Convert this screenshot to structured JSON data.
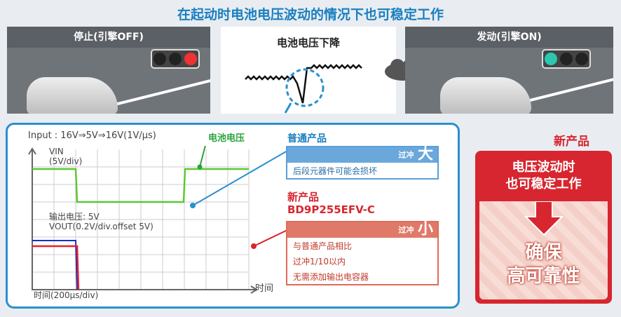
{
  "title": "在起动时电池电压波动的情况下也可稳定工作",
  "left_panel": {
    "label": "停止(引擎OFF)",
    "light": "red"
  },
  "center_panel": {
    "label": "电池电压下降"
  },
  "right_panel": {
    "label": "发动(引擎ON)",
    "light": "green"
  },
  "chart": {
    "input_label": "Input : 16V⇒5V⇒16V(1V/μs)",
    "battery_label": "电池电压",
    "vin_label": "VIN",
    "vin_scale": "(5V/div)",
    "vout_title": "输出电压: 5V",
    "vout_label": "VOUT(0.2V/div.offset 5V)",
    "x_scale": "时间(200μs/div)",
    "x_axis": "时间"
  },
  "normal": {
    "title": "普通产品",
    "overshoot": "过冲",
    "level": "大",
    "desc": "后段元器件可能会损坏",
    "color": "#5a9fd8"
  },
  "new": {
    "title": "新产品",
    "model": "BD9P255EFV-C",
    "overshoot": "过冲",
    "level": "小",
    "lines": [
      "与普通产品相比",
      "过冲1/10以内",
      "无需添加输出电容器"
    ],
    "color": "#e06b5a"
  },
  "badge": {
    "label": "新产品",
    "line1": "电压波动时",
    "line2": "也可稳定工作",
    "result1": "确保",
    "result2": "高可靠性",
    "color": "#d7262f"
  }
}
